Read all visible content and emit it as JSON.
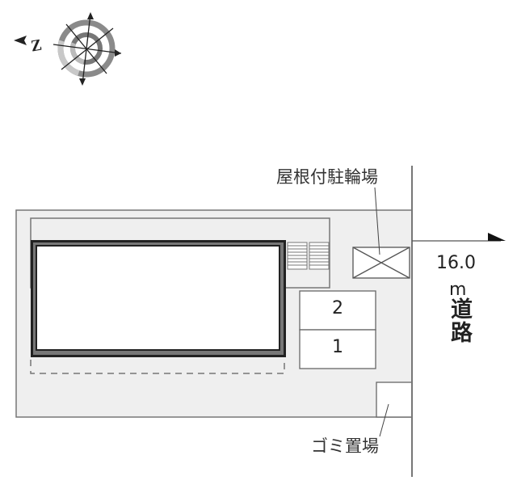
{
  "compass": {
    "north_label": "N",
    "icon": "compass-rose-icon"
  },
  "labels": {
    "covered_bicycle_parking": "屋根付駐輪場",
    "garbage_area": "ゴミ置場"
  },
  "road": {
    "width": "16.0",
    "unit": "m",
    "name": "道路"
  },
  "parking": {
    "slots": [
      {
        "number": "2"
      },
      {
        "number": "1"
      }
    ]
  },
  "colors": {
    "lot_fill": "#efefef",
    "outline": "#666666",
    "building_wall": "#222222",
    "building_wall_inner": "#777777",
    "white": "#ffffff"
  }
}
